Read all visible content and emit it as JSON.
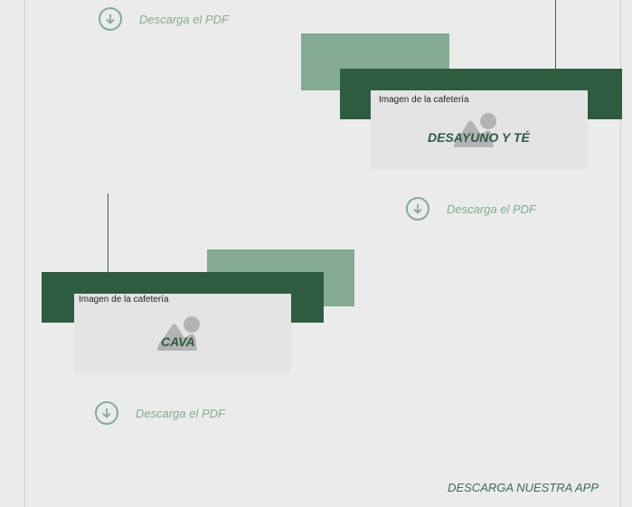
{
  "sections": [
    {
      "download_label": "Descarga el PDF",
      "download_icon": "download-arrow-icon"
    },
    {
      "image_alt": "Imagen de la cafetería",
      "image_icon": "image-placeholder-icon",
      "title": "DESAYUNO Y TÉ",
      "download_label": "Descarga el PDF",
      "download_icon": "download-arrow-icon"
    },
    {
      "image_alt": "Imagen de la cafetería",
      "image_icon": "image-placeholder-icon",
      "title": "CAVA",
      "download_label": "Descarga el PDF",
      "download_icon": "download-arrow-icon"
    }
  ],
  "footer": {
    "app_label": "DESCARGA NUESTRA APP"
  },
  "colors": {
    "background": "#ebebeb",
    "dark_green": "#2e5c40",
    "light_green": "#82ab91",
    "card": "#e4e4e4"
  }
}
